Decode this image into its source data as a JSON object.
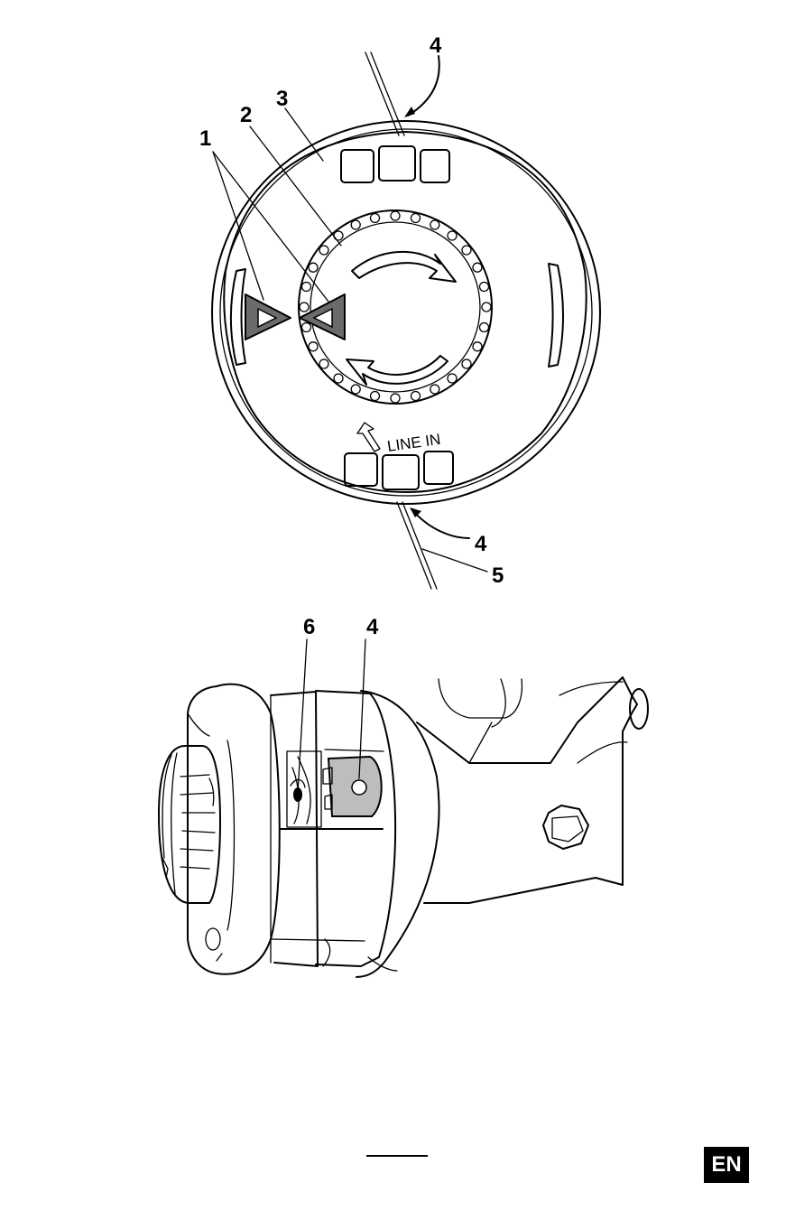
{
  "figure_top": {
    "callouts": {
      "c1": "1",
      "c2": "2",
      "c3": "3",
      "c4_top": "4",
      "c4_bottom": "4",
      "c5": "5"
    },
    "embossed_text": "LINE IN"
  },
  "figure_bottom": {
    "callouts": {
      "c6": "6",
      "c4": "4"
    }
  },
  "footer": {
    "language_badge": "EN"
  },
  "colors": {
    "arrow_indicator": "#6b6b6b",
    "eyelet_fill": "#bdbdbd",
    "ink": "#000000"
  }
}
